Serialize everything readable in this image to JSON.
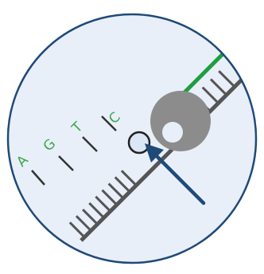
{
  "diagram": {
    "colors": {
      "background": "#e8eff9",
      "outline": "#1f4a78",
      "strand": "#555555",
      "new_strand": "#1e9e3e",
      "enzyme": "#8c8c8c",
      "site_fill": "#dbe7f5",
      "site_ring": "#222222",
      "arrow": "#1f4a78",
      "letters": "#3aa84a"
    },
    "incoming_bases": [
      {
        "id": "a",
        "label": "A"
      },
      {
        "id": "g",
        "label": "G"
      },
      {
        "id": "t",
        "label": "T"
      },
      {
        "id": "c",
        "label": "C"
      }
    ]
  }
}
